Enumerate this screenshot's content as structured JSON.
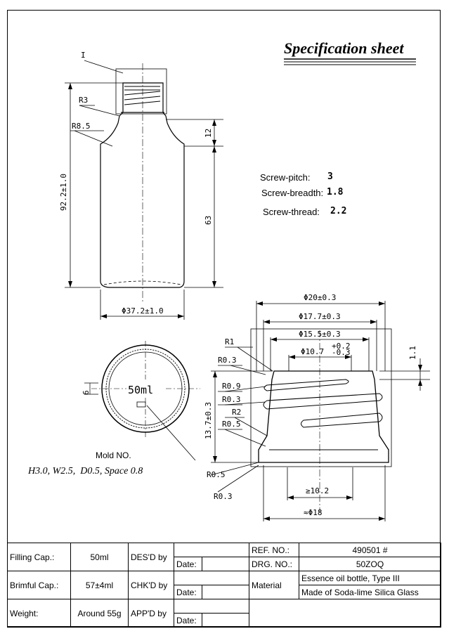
{
  "title": "Specification sheet",
  "screw": {
    "pitch_label": "Screw-pitch:",
    "pitch_value": "3",
    "breadth_label": "Screw-breadth:",
    "breadth_value": "1.8",
    "thread_label": "Screw-thread:",
    "thread_value": "2.2"
  },
  "bottle_dims": {
    "detail_marker": "I",
    "r_neck": "R3",
    "r_shoulder": "R8.5",
    "height_total": "92.2±1.0",
    "height_shoulder": "12",
    "height_body": "63",
    "diameter": "Φ37.2±1.0"
  },
  "bottom_view": {
    "capacity_mark": "50ml",
    "mark_height": "6",
    "mold_label": "Mold NO.",
    "mold_spec": "H3.0, W2.5,  D0.5, Space 0.8"
  },
  "neck_dims": {
    "d20": "Φ20±0.3",
    "d17": "Φ17.7±0.3",
    "d15": "Φ15.5±0.3",
    "d10": "Φ10.7",
    "d10_tol_upper": "+0.2",
    "d10_tol_lower": "-0.3",
    "h13": "13.7±0.3",
    "gap": "1.1",
    "r1": "R1",
    "r03a": "R0.3",
    "r09": "R0.9",
    "r03b": "R0.3",
    "r2": "R2",
    "r05a": "R0.5",
    "r05b": "R0.5",
    "r03c": "R0.3",
    "min10": "≥10.2",
    "approx18": "≈Φ18"
  },
  "table": {
    "filling_label": "Filling Cap.:",
    "filling_value": "50ml",
    "brimful_label": "Brimful Cap.:",
    "brimful_value": "57±4ml",
    "weight_label": "Weight:",
    "weight_value": "Around 55g",
    "desd_label": "DES'D by",
    "chkd_label": "CHK'D by",
    "appd_label": "APP'D by",
    "date_label": "Date:",
    "ref_label": "REF. NO.:",
    "ref_value": "490501 #",
    "drg_label": "DRG. NO.:",
    "drg_value": "50ZOQ",
    "material_label": "Material",
    "material_line1": "Essence oil bottle, Type III",
    "material_line2": "Made of Soda-lime Silica Glass"
  },
  "icons": [
    "bottle-outline-icon",
    "bottle-bottom-icon",
    "neck-thread-icon"
  ]
}
